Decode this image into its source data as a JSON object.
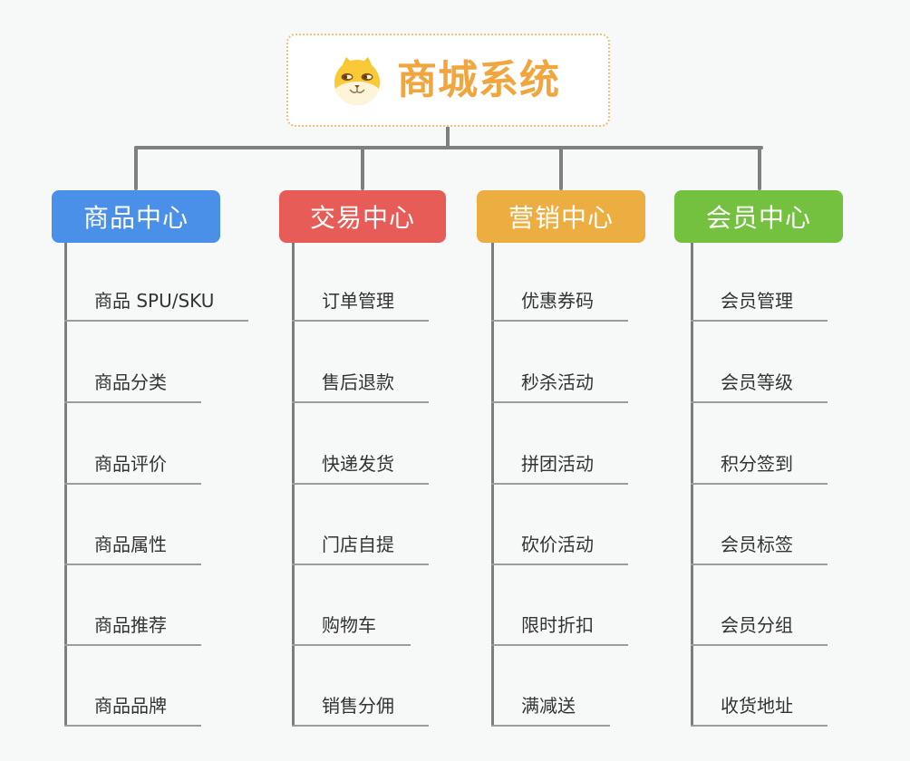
{
  "root": {
    "title": "商城系统",
    "icon": "shiba-dog-icon"
  },
  "branches": [
    {
      "label": "商品中心",
      "color": "#4a90e8",
      "items": [
        "商品 SPU/SKU",
        "商品分类",
        "商品评价",
        "商品属性",
        "商品推荐",
        "商品品牌"
      ]
    },
    {
      "label": "交易中心",
      "color": "#e85c58",
      "items": [
        "订单管理",
        "售后退款",
        "快递发货",
        "门店自提",
        "购物车",
        "销售分佣"
      ]
    },
    {
      "label": "营销中心",
      "color": "#ecae41",
      "items": [
        "优惠券码",
        "秒杀活动",
        "拼团活动",
        "砍价活动",
        "限时折扣",
        "满减送"
      ]
    },
    {
      "label": "会员中心",
      "color": "#74c13f",
      "items": [
        "会员管理",
        "会员等级",
        "积分签到",
        "会员标签",
        "会员分组",
        "收货地址"
      ]
    }
  ],
  "colors": {
    "background": "#f7f8f8",
    "root_border": "#f0c171",
    "root_title": "#f1a53d",
    "connector": "#7f7f7f",
    "leaf_underline": "#9c9c9c",
    "leaf_text": "#333333"
  }
}
